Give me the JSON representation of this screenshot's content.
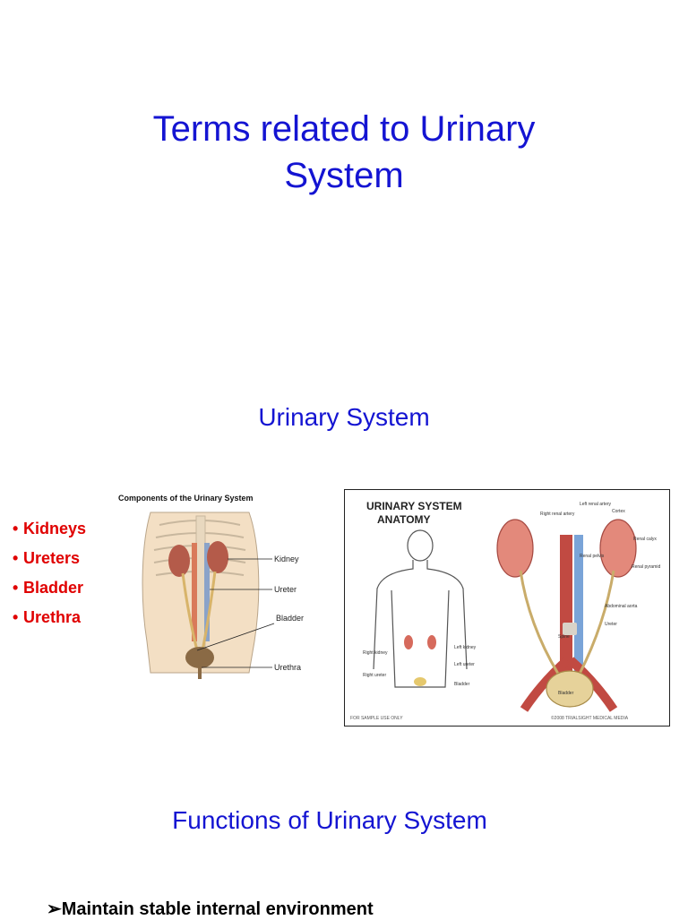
{
  "title_line1": "Terms related to Urinary",
  "title_line2": "System",
  "section1_heading": "Urinary System",
  "bullets": [
    "Kidneys",
    "Ureters",
    "Bladder",
    "Urethra"
  ],
  "left_figure": {
    "caption": "Components of the Urinary System",
    "labels": [
      "Kidney",
      "Ureter",
      "Bladder",
      "Urethra"
    ]
  },
  "right_figure": {
    "title_line1": "URINARY SYSTEM",
    "title_line2": "ANATOMY",
    "labels": [
      "Right kidney",
      "Left kidney",
      "Left ureter",
      "Right ureter",
      "Bladder",
      "Left renal artery",
      "Right renal artery",
      "Cortex",
      "Renal calyx",
      "Renal pelvis",
      "Renal pyramid",
      "Abdominal aorta",
      "Ureter",
      "Spine",
      "Bladder"
    ],
    "footer_left": "FOR SAMPLE USE ONLY",
    "footer_right": "©2008 TRIALSIGHT MEDICAL MEDIA"
  },
  "section2_heading": "Functions of Urinary System",
  "final_bullet": "Maintain stable internal environment"
}
